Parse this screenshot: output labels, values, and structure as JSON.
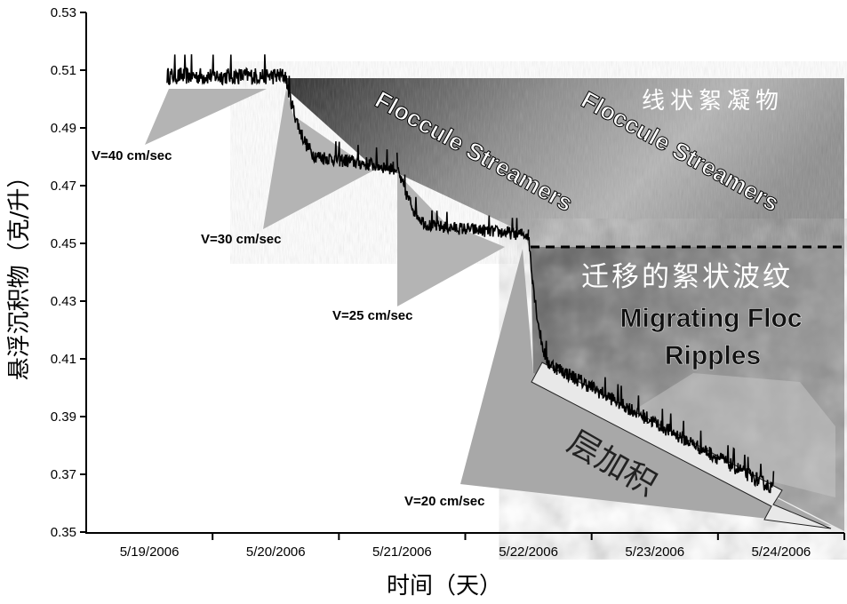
{
  "chart_data": {
    "type": "line",
    "title": "",
    "xlabel": "时间（天）",
    "ylabel": "悬浮沉积物（克/升）",
    "ylim": [
      0.35,
      0.53
    ],
    "yticks": [
      "0.35",
      "0.37",
      "0.39",
      "0.41",
      "0.43",
      "0.45",
      "0.47",
      "0.49",
      "0.51",
      "0.53"
    ],
    "xlim_days": [
      0,
      6
    ],
    "categories": [
      "5/19/2006",
      "5/20/2006",
      "5/21/2006",
      "5/22/2006",
      "5/23/2006",
      "5/24/2006"
    ],
    "grid": false,
    "series": [
      {
        "name": "suspended sediment",
        "segments": [
          {
            "velocity": "V=40 cm/sec",
            "x": [
              0.64,
              1.58
            ],
            "y": [
              0.508,
              0.508
            ],
            "noise": 0.003
          },
          {
            "velocity": "V=30 cm/sec",
            "x": [
              1.58,
              2.46
            ],
            "y": [
              0.507,
              0.476
            ],
            "knee": [
              1.85,
              0.48
            ],
            "noise": 0.0025
          },
          {
            "velocity": "V=25 cm/sec",
            "x": [
              2.46,
              3.5
            ],
            "y": [
              0.476,
              0.453
            ],
            "knee": [
              2.75,
              0.456
            ],
            "noise": 0.0022
          },
          {
            "velocity": "V=20 cm/sec",
            "x": [
              3.5,
              5.44
            ],
            "y": [
              0.453,
              0.365
            ],
            "knee": [
              3.68,
              0.408
            ],
            "noise": 0.0025
          }
        ]
      }
    ],
    "annotations": {
      "velocities": [
        "V=40 cm/sec",
        "V=30 cm/sec",
        "V=25 cm/sec",
        "V=20 cm/sec"
      ],
      "streamers_cn": "线状絮凝物",
      "streamers_en": "Floccule Streamers",
      "ripples_cn": "迁移的絮状波纹",
      "ripples_en_1": "Migrating Floc",
      "ripples_en_2": "Ripples",
      "accretion_cn": "层加积"
    }
  }
}
